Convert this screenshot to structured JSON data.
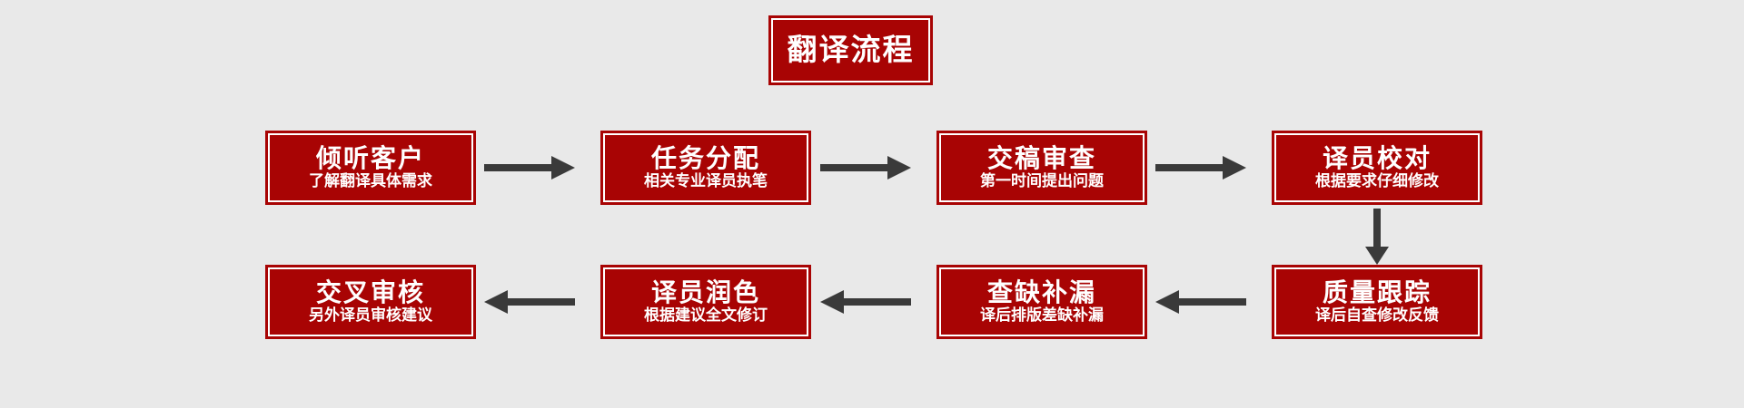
{
  "diagram": {
    "title": "翻译流程",
    "background_color": "#e9e9e9",
    "box_color": "#a80404",
    "text_color": "#ffffff",
    "arrow_color": "#3a3a3a",
    "steps": [
      {
        "id": 1,
        "title": "倾听客户",
        "subtitle": "了解翻译具体需求"
      },
      {
        "id": 2,
        "title": "任务分配",
        "subtitle": "相关专业译员执笔"
      },
      {
        "id": 3,
        "title": "交稿审查",
        "subtitle": "第一时间提出问题"
      },
      {
        "id": 4,
        "title": "译员校对",
        "subtitle": "根据要求仔细修改"
      },
      {
        "id": 5,
        "title": "质量跟踪",
        "subtitle": "译后自查修改反馈"
      },
      {
        "id": 6,
        "title": "查缺补漏",
        "subtitle": "译后排版差缺补漏"
      },
      {
        "id": 7,
        "title": "译员润色",
        "subtitle": "根据建议全文修订"
      },
      {
        "id": 8,
        "title": "交叉审核",
        "subtitle": "另外译员审核建议"
      }
    ],
    "connectors": [
      {
        "id": 1,
        "from": 1,
        "to": 2,
        "direction": "right"
      },
      {
        "id": 2,
        "from": 2,
        "to": 3,
        "direction": "right"
      },
      {
        "id": 3,
        "from": 3,
        "to": 4,
        "direction": "right"
      },
      {
        "id": 4,
        "from": 4,
        "to": 5,
        "direction": "down"
      },
      {
        "id": 5,
        "from": 5,
        "to": 6,
        "direction": "left"
      },
      {
        "id": 6,
        "from": 6,
        "to": 7,
        "direction": "left"
      },
      {
        "id": 7,
        "from": 7,
        "to": 8,
        "direction": "left"
      }
    ]
  }
}
